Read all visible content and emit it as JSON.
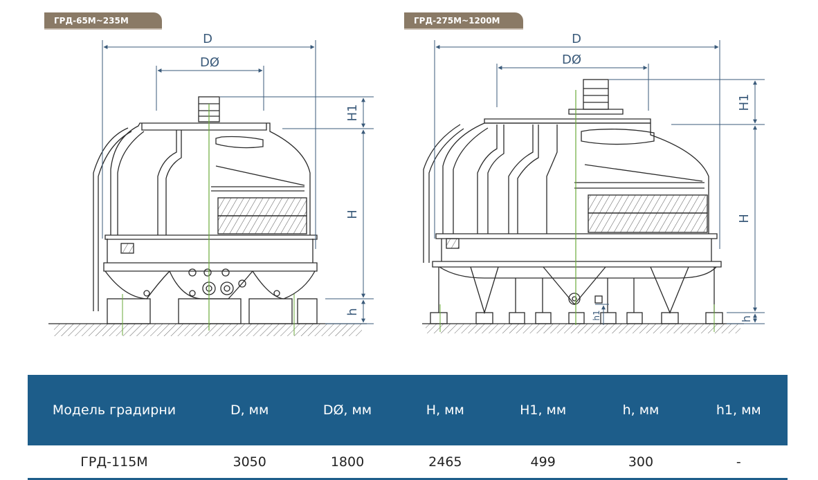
{
  "models": {
    "left": "ГРД-65М~235М",
    "right": "ГРД-275М~1200М"
  },
  "dimensions": {
    "D": "D",
    "DO": "DØ",
    "H1": "H1",
    "H": "H",
    "h": "h",
    "h1": "h1"
  },
  "table": {
    "headers": [
      "Модель градирни",
      "D, мм",
      "DØ, мм",
      "H, мм",
      "H1, мм",
      "h, мм",
      "h1, мм"
    ],
    "rows": [
      [
        "ГРД-115М",
        "3050",
        "1800",
        "2465",
        "499",
        "300",
        "-"
      ]
    ]
  },
  "colors": {
    "line": "#2a2a2a",
    "dimension": "#3a5a7a",
    "axis": "#6aaa3a",
    "header_bg": "#1d5d8a",
    "tag_bg": "#8a7a66"
  }
}
